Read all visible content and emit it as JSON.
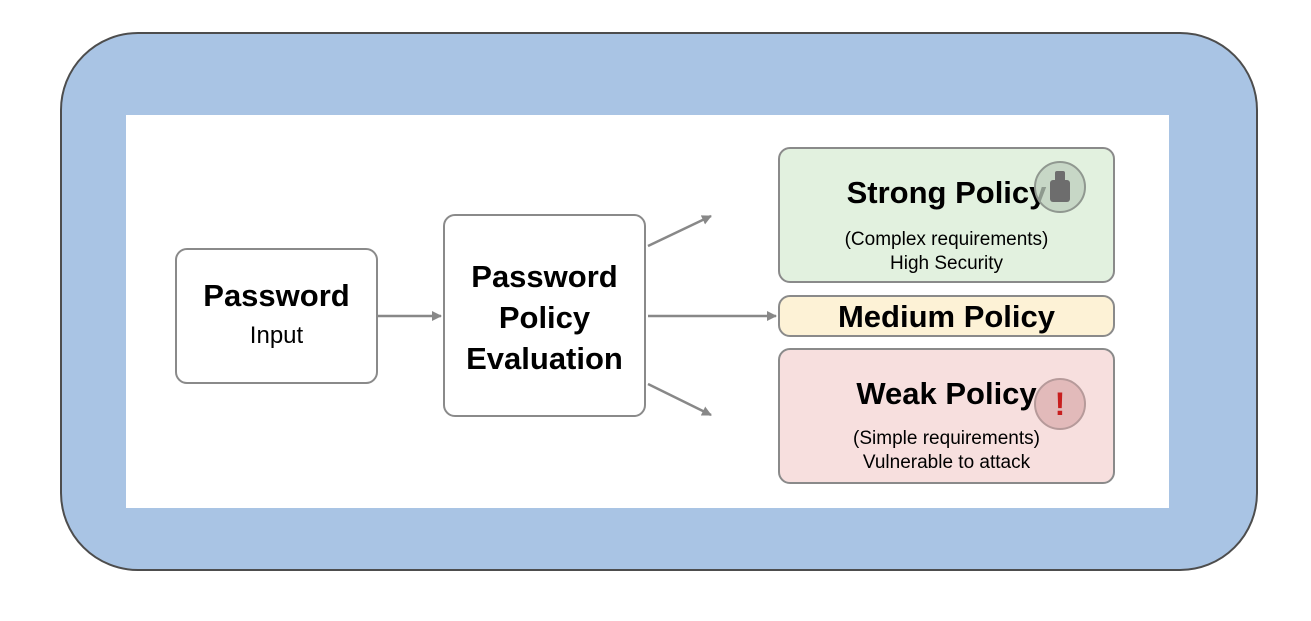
{
  "input_box": {
    "title": "Password",
    "subtitle": "Input"
  },
  "evaluation_box": {
    "line1": "Password",
    "line2": "Policy",
    "line3": "Evaluation"
  },
  "strong_policy": {
    "title": "Strong Policy",
    "detail": "(Complex requirements)",
    "note": "High Security",
    "icon": "lock-icon"
  },
  "medium_policy": {
    "title": "Medium Policy"
  },
  "weak_policy": {
    "title": "Weak Policy",
    "detail": "(Simple requirements)",
    "note": "Vulnerable to attack",
    "icon": "warning-icon",
    "icon_glyph": "!"
  },
  "colors": {
    "frame": "#a9c4e4",
    "strong_fill": "#e2f1df",
    "medium_fill": "#fdf2d6",
    "weak_fill": "#f7dfde",
    "arrow": "#888888",
    "warning": "#c81e1e"
  }
}
